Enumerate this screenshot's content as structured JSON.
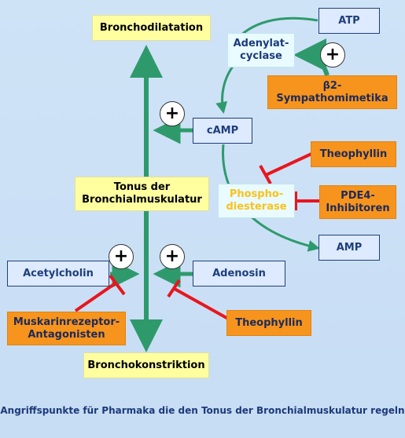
{
  "nodes": {
    "bronchodilatation": "Bronchodilatation",
    "atp": "ATP",
    "adenylatcyclase": "Adenylat-\ncyclase",
    "beta2": "β2-\nSympathomimetika",
    "camp": "cAMP",
    "theophyllin_top": "Theophyllin",
    "tonus": "Tonus der\nBronchialmuskulatur",
    "phosphodiesterase_1": "Phospho-",
    "phosphodiesterase_2": "diesterase",
    "pde4": "PDE4-\nInhibitoren",
    "amp": "AMP",
    "acetylcholin": "Acetylcholin",
    "adenosin": "Adenosin",
    "muskarin": "Muskarinrezeptor-\nAntagonisten",
    "theophyllin_bottom": "Theophyllin",
    "bronchokonstriktion": "Bronchokonstriktion"
  },
  "plus_symbol": "+",
  "caption": "Angriffspunkte für Pharmaka die den Tonus der Bronchialmuskulatur regeln",
  "colors": {
    "background": "#cfe3f7",
    "arrow_green": "#2e9a6c",
    "inhibit_red": "#e8161e",
    "yellow_box": "#ffffa0",
    "blue_box": "#ddeaff",
    "orange_box": "#f7941d",
    "caption_text": "#1c3a7a",
    "phosphodiesterase_text": "#f7c31d"
  }
}
